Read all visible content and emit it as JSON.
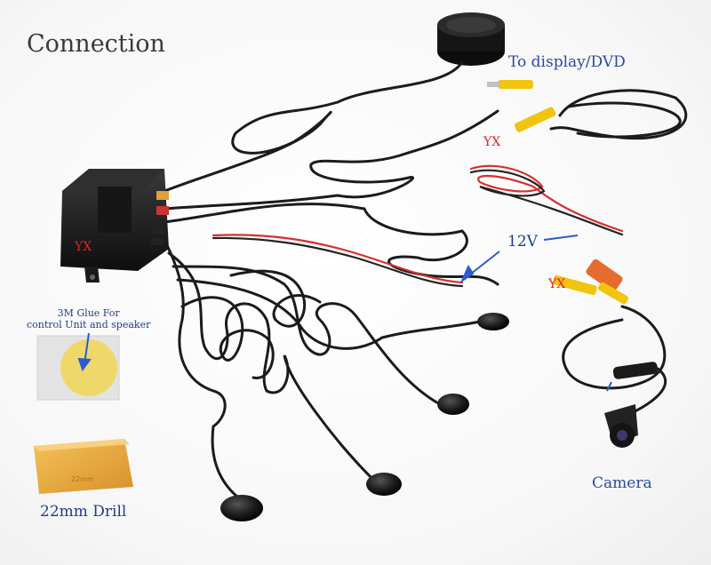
{
  "labels": {
    "title": "Connection",
    "display": "To display/DVD",
    "voltage": "12V",
    "camera": "Camera",
    "drill": "22mm Drill",
    "glue_line1": "3M Glue For",
    "glue_line2": "control Unit and speaker",
    "yx": "YX"
  },
  "colors": {
    "label_blue": "#2a4aa0",
    "yx_red": "#e02424",
    "rca_yellow": "#f1c40f",
    "cable_black": "#1b1b1b",
    "wire_red": "#d63030",
    "drill_box": "#e8a93c"
  }
}
